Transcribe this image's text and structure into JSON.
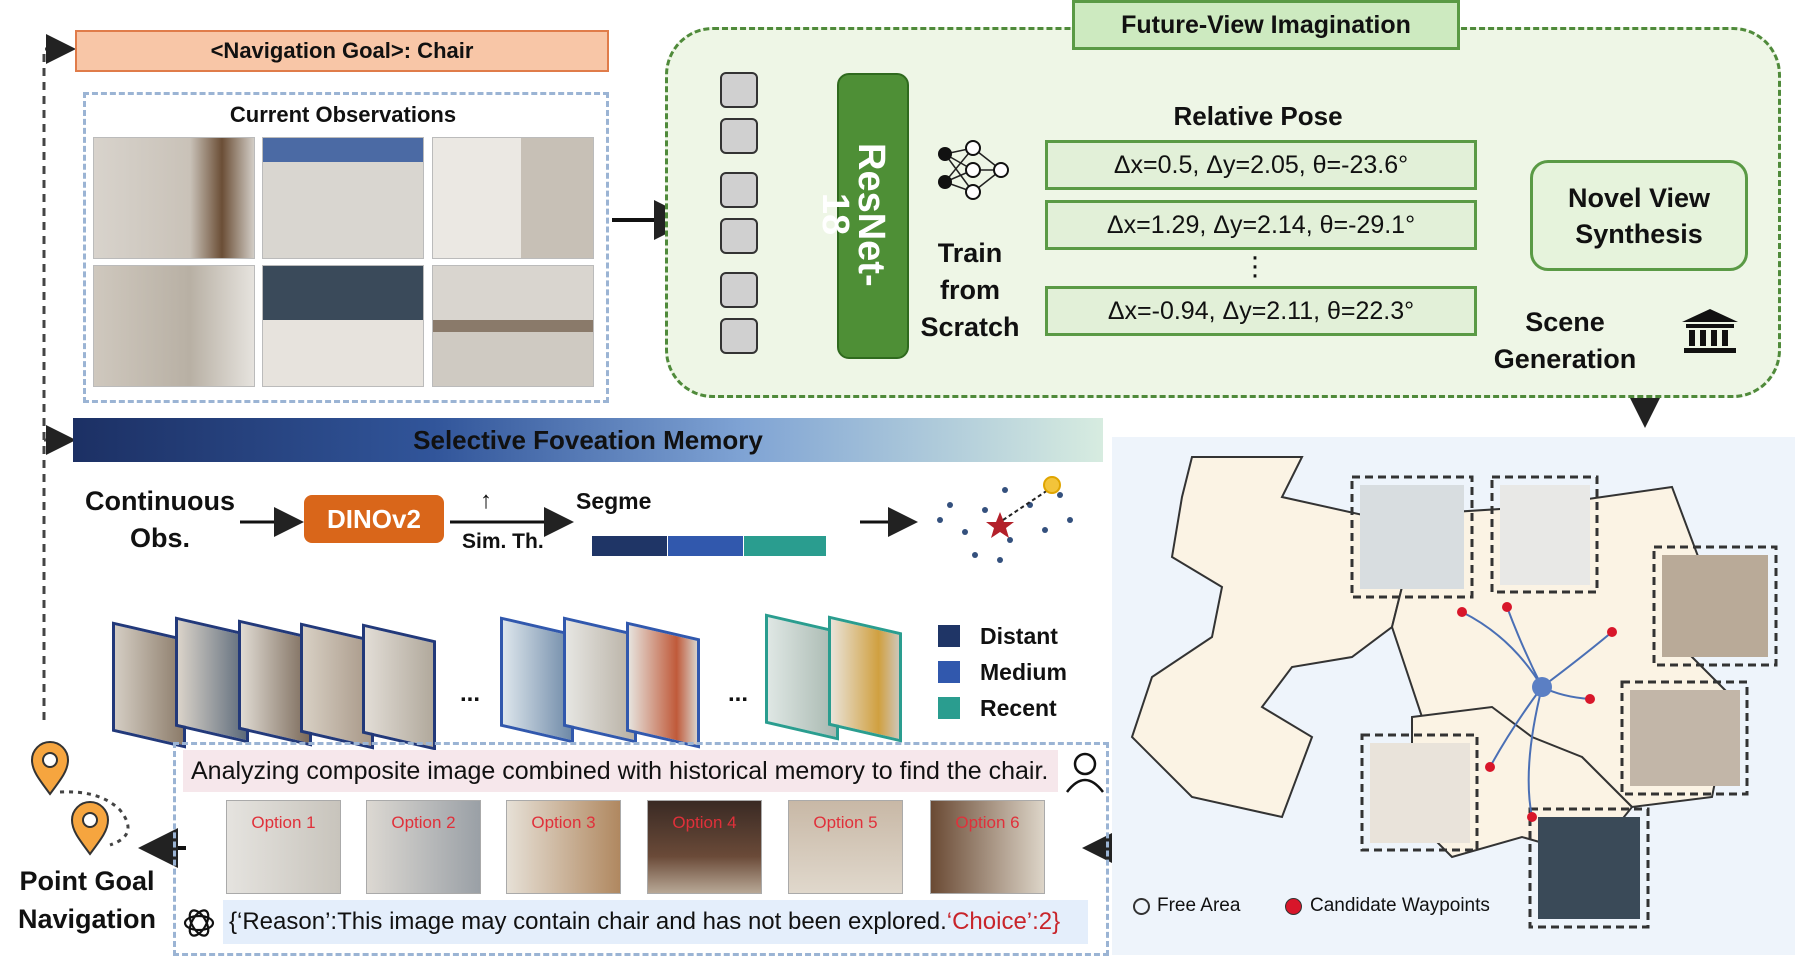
{
  "nav_goal": "<Navigation Goal>: Chair",
  "current_observations": "Current Observations",
  "fvi": {
    "title": "Future-View Imagination",
    "resnet": "ResNet-18",
    "train": [
      "Train",
      "from",
      "Scratch"
    ],
    "relative_pose": "Relative Pose",
    "poses": [
      "Δx=0.5, Δy=2.05, θ=-23.6°",
      "Δx=1.29, Δy=2.14, θ=-29.1°",
      "Δx=-0.94, Δy=2.11, θ=22.3°"
    ],
    "nvs": [
      "Novel View",
      "Synthesis"
    ],
    "scene_generation": [
      "Scene",
      "Generation"
    ]
  },
  "sfm": {
    "title": "Selective Foveation Memory",
    "continuous_obs": [
      "Continuous",
      "Obs."
    ],
    "dino": "DINOv2",
    "sim_th": "Sim. Th.",
    "segme": "Segme",
    "legend": [
      "Distant",
      "Medium",
      "Recent"
    ],
    "ellipsis": "..."
  },
  "map_legend": [
    "Free Area",
    "Candidate Waypoints"
  ],
  "answer": {
    "question": "Analyzing composite image combined with historical memory to find the chair.",
    "options": [
      "Option 1",
      "Option 2",
      "Option 3",
      "Option 4",
      "Option 5",
      "Option 6"
    ],
    "reason": "{‘Reason’:This image may contain chair and has not been explored. ",
    "choice": "‘Choice’:2}"
  },
  "point_goal": [
    "Point Goal",
    "Navigation"
  ],
  "colors": {
    "distant": "#1f3566",
    "medium": "#3158ad",
    "recent": "#2a9d8f",
    "resnet": "#4e8f36",
    "dino": "#d9661a"
  }
}
